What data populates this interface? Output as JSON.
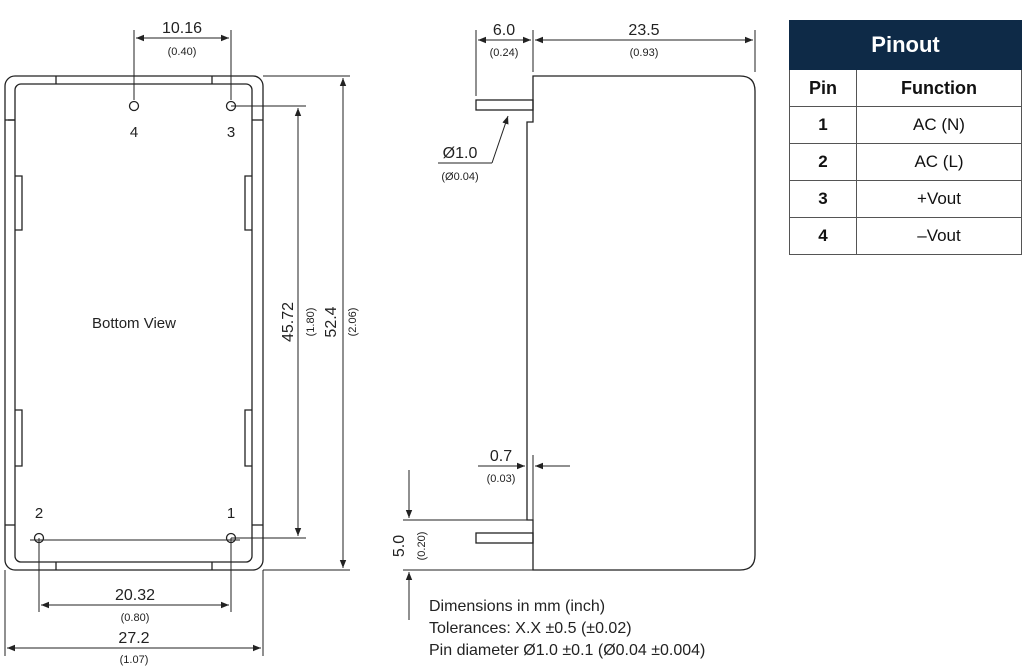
{
  "bottom_view": {
    "label": "Bottom View",
    "pins": [
      "4",
      "3",
      "2",
      "1"
    ],
    "dim_top_mm": "10.16",
    "dim_top_in": "(0.40)",
    "dim_pitch_mm": "45.72",
    "dim_pitch_in": "(1.80)",
    "dim_length_mm": "52.4",
    "dim_length_in": "(2.06)",
    "dim_bottom_mm": "20.32",
    "dim_bottom_in": "(0.80)",
    "dim_width_mm": "27.2",
    "dim_width_in": "(1.07)"
  },
  "side_view": {
    "dim_pin_len_mm": "6.0",
    "dim_pin_len_in": "(0.24)",
    "dim_body_mm": "23.5",
    "dim_body_in": "(0.93)",
    "dim_pin_dia_mm": "Ø1.0",
    "dim_pin_dia_in": "(Ø0.04)",
    "dim_standoff_mm": "0.7",
    "dim_standoff_in": "(0.03)",
    "dim_pin_height_mm": "5.0",
    "dim_pin_height_in": "(0.20)"
  },
  "notes": [
    "Dimensions in mm (inch)",
    "Tolerances: X.X ±0.5 (±0.02)",
    "Pin diameter Ø1.0 ±0.1 (Ø0.04 ±0.004)"
  ],
  "pinout": {
    "title": "Pinout",
    "headers": [
      "Pin",
      "Function"
    ],
    "rows": [
      {
        "pin": "1",
        "function": "AC (N)"
      },
      {
        "pin": "2",
        "function": "AC (L)"
      },
      {
        "pin": "3",
        "function": "+Vout"
      },
      {
        "pin": "4",
        "function": "–Vout"
      }
    ]
  },
  "colors": {
    "table_header": "#0e2a47",
    "line": "#222222"
  }
}
